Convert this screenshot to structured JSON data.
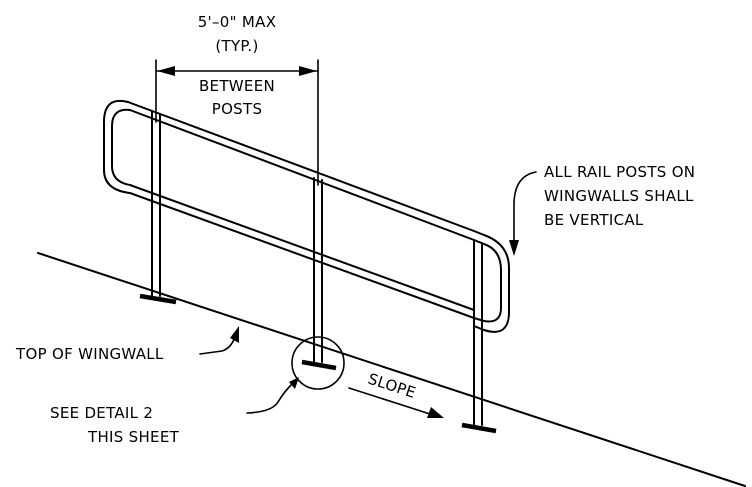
{
  "dimension": {
    "line1": "5'–0\" MAX",
    "line2": "(TYP.)",
    "line3": "BETWEEN",
    "line4": "POSTS"
  },
  "note_posts": {
    "line1": "ALL RAIL POSTS ON",
    "line2": "WINGWALLS SHALL",
    "line3": "BE VERTICAL"
  },
  "note_wingwall": "TOP OF WINGWALL",
  "note_detail": {
    "line1": "SEE DETAIL 2",
    "line2": "THIS SHEET"
  },
  "slope_label": "SLOPE",
  "colors": {
    "ink": "#000000",
    "paper": "#ffffff"
  }
}
